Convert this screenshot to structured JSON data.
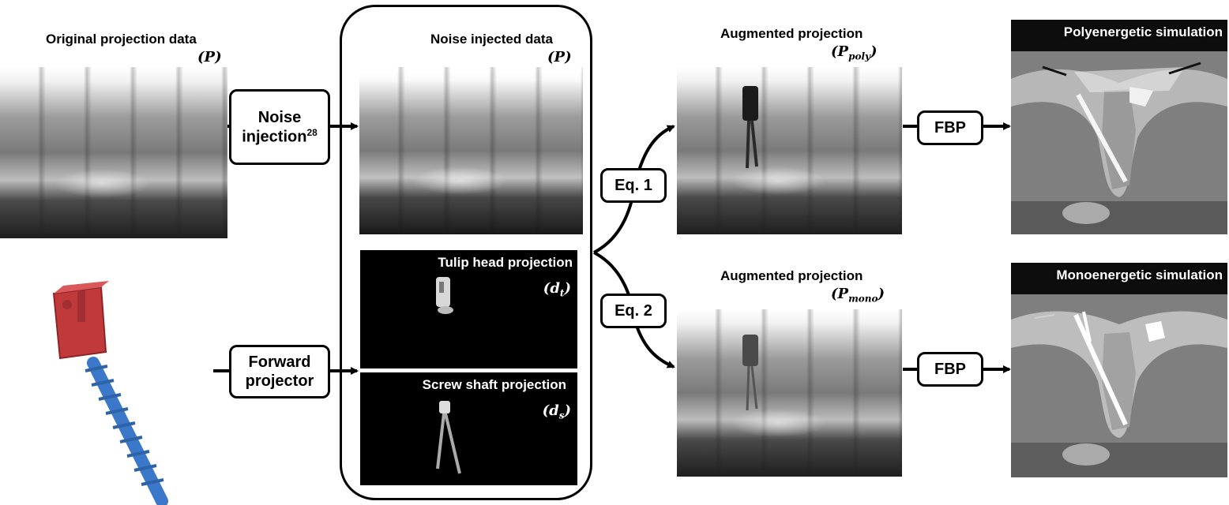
{
  "labels": {
    "original": "Original projection data",
    "original_sym": "P",
    "noise_injected": "Noise injected data",
    "noise_injected_sym": "P",
    "tulip": "Tulip head projection",
    "tulip_sym": "d",
    "tulip_sub": "t",
    "shaft": "Screw shaft projection",
    "shaft_sym": "d",
    "shaft_sub": "s",
    "aug_poly": "Augmented projection",
    "aug_poly_sym": "P",
    "aug_poly_sub": "poly",
    "aug_mono": "Augmented projection",
    "aug_mono_sym": "P",
    "aug_mono_sub": "mono",
    "poly_sim": "Polyenergetic simulation",
    "mono_sim": "Monoenergetic simulation"
  },
  "boxes": {
    "noise_line1": "Noise",
    "noise_line2": "injection",
    "noise_ref": "28",
    "forward_line1": "Forward",
    "forward_line2": "projector",
    "eq1": "Eq. 1",
    "eq2": "Eq. 2",
    "fbp1": "FBP",
    "fbp2": "FBP"
  },
  "colors": {
    "screw_head": "#c0393b",
    "screw_shaft": "#3b78c9"
  }
}
